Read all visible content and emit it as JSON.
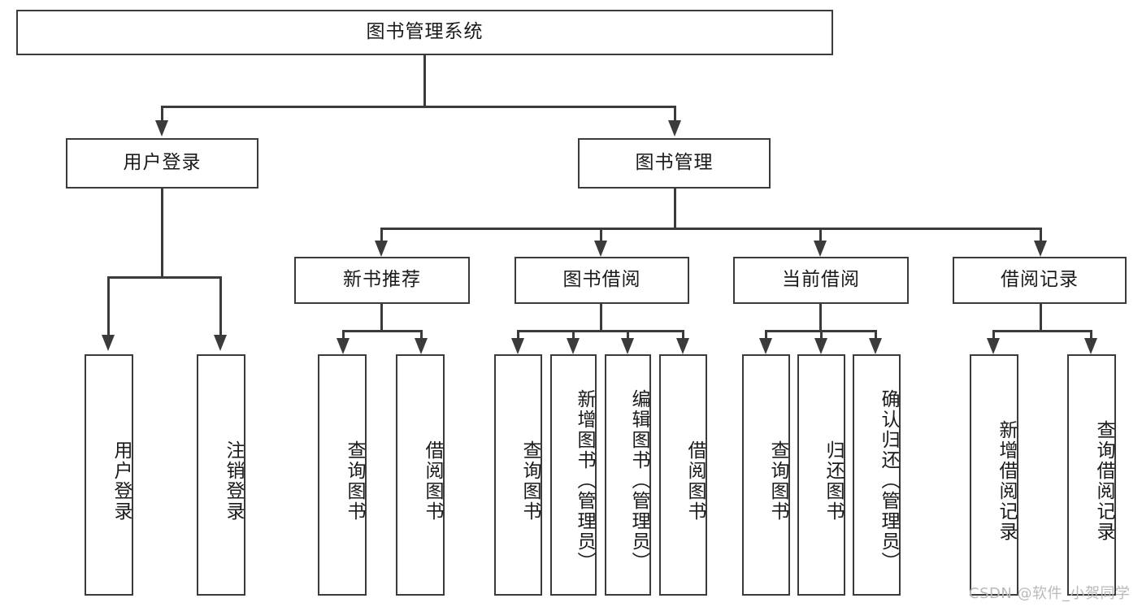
{
  "diagram": {
    "type": "tree-hierarchy",
    "title": "图书管理系统",
    "root": {
      "label": "图书管理系统"
    },
    "level2": [
      {
        "id": "user-login",
        "label": "用户登录"
      },
      {
        "id": "book-management",
        "label": "图书管理"
      }
    ],
    "level3": [
      {
        "id": "new-book-recommend",
        "label": "新书推荐"
      },
      {
        "id": "book-borrow",
        "label": "图书借阅"
      },
      {
        "id": "current-borrow",
        "label": "当前借阅"
      },
      {
        "id": "borrow-record",
        "label": "借阅记录"
      }
    ],
    "leaves": {
      "user_login": [
        {
          "label": "用户登录"
        },
        {
          "label": "注销登录"
        }
      ],
      "new_book_recommend": [
        {
          "label": "查询图书"
        },
        {
          "label": "借阅图书"
        }
      ],
      "book_borrow": [
        {
          "label": "查询图书"
        },
        {
          "label": "新增图书（管理员）"
        },
        {
          "label": "编辑图书（管理员）"
        },
        {
          "label": "借阅图书"
        }
      ],
      "current_borrow": [
        {
          "label": "查询图书"
        },
        {
          "label": "归还图书"
        },
        {
          "label": "确认归还（管理员）"
        }
      ],
      "borrow_record": [
        {
          "label": "新增借阅记录"
        },
        {
          "label": "查询借阅记录"
        }
      ]
    }
  },
  "watermark": {
    "text": "CSDN @软件_小贺同学"
  },
  "colors": {
    "stroke": "#3b3b3b",
    "fill": "#ffffff",
    "text": "#1a1a1a",
    "watermark": "#b9b9b9"
  }
}
